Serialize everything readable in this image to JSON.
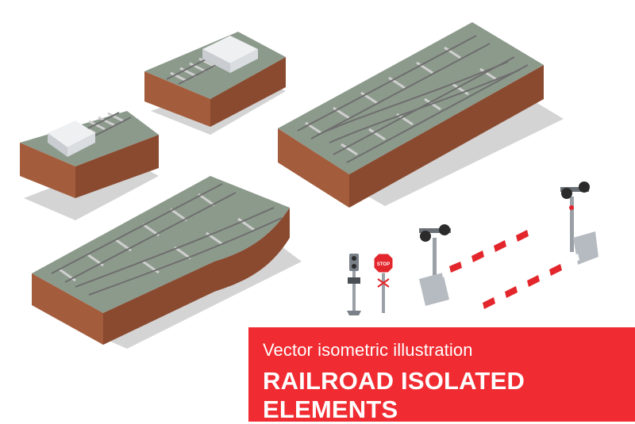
{
  "banner": {
    "subtitle": "Vector isometric illustration",
    "title": "RAILROAD ISOLATED ELEMENTS"
  },
  "signs": {
    "stop": "STOP"
  },
  "colors": {
    "banner_red": "#f02b31",
    "ballast_top": "#8c9a8c",
    "soil_front": "#a35c3c",
    "soil_side": "#8a4a30",
    "rail": "#6e6e6e",
    "sleeper": "#cfcfcf",
    "shadow": "#b5b5b5",
    "barrier_red": "#e3262b"
  },
  "elements": [
    {
      "name": "track-block-with-buffer-stop-small"
    },
    {
      "name": "track-block-with-buffer-stop"
    },
    {
      "name": "railroad-switch-crossover"
    },
    {
      "name": "railroad-switch-diverging"
    },
    {
      "name": "railway-signal-post"
    },
    {
      "name": "stop-sign-post"
    },
    {
      "name": "level-crossing-barrier-left"
    },
    {
      "name": "level-crossing-barrier-right"
    }
  ]
}
